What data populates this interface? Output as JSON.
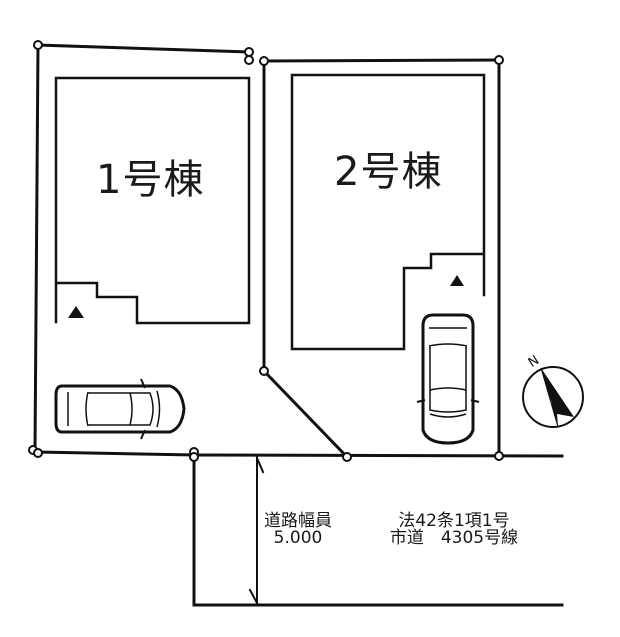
{
  "buildings": [
    {
      "id": 1,
      "label": "1号棟",
      "entrance_marker": "▲"
    },
    {
      "id": 2,
      "label": "2号棟",
      "entrance_marker": "▲"
    }
  ],
  "road": {
    "width_label": "道路幅員",
    "width_value": "5.000",
    "legal_class": "法42条1項1号",
    "road_name": "市道　4305号線"
  },
  "compass": {
    "label": "N"
  },
  "colors": {
    "line": "#111111",
    "background": "#ffffff"
  }
}
